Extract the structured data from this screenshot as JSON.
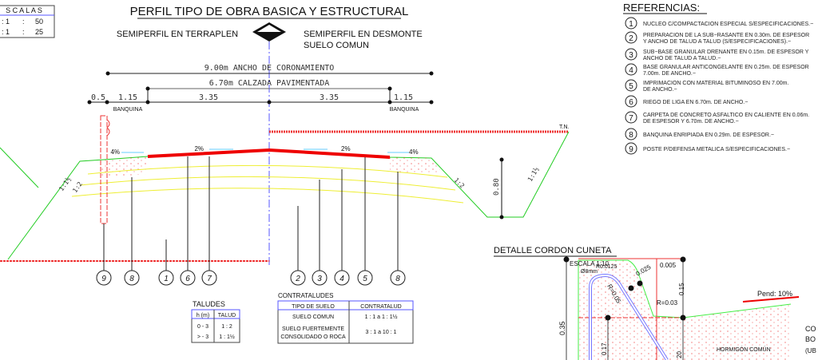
{
  "title": "PERFIL TIPO DE OBRA BASICA Y ESTRUCTURAL",
  "left_subtitle": "SEMIPERFIL EN TERRAPLEN",
  "right_subtitle_1": "SEMIPERFIL EN DESMONTE",
  "right_subtitle_2": "SUELO COMUN",
  "escalas": {
    "header": "S C A L A S",
    "rows": [
      {
        "a": ": 1",
        "b": ":",
        "c": "50"
      },
      {
        "a": ": 1",
        "b": ":",
        "c": "25"
      }
    ]
  },
  "dims": {
    "coronamiento": "9.00m ANCHO DE CORONAMIENTO",
    "calzada": "6.70m CALZADA PAVIMENTADA",
    "d05": "0.5",
    "d115l": "1.15",
    "d335l": "3.35",
    "d335r": "3.35",
    "d115r": "1.15",
    "banquina_l": "BANQUINA",
    "banquina_r": "BANQUINA"
  },
  "slopes": {
    "p4l": "4%",
    "p2l": "2%",
    "p2r": "2%",
    "p4r": "4%",
    "tn": "T.N.",
    "s1l": "1:1½",
    "s2l": "1:2",
    "s2r": "1:2",
    "s1r": "1:1½",
    "h080": "0.80"
  },
  "callouts": [
    "9",
    "8",
    "1",
    "6",
    "7",
    "2",
    "3",
    "4",
    "5",
    "8"
  ],
  "referencias": {
    "title": "REFERENCIAS:",
    "items": [
      {
        "n": "1",
        "l1": "NUCLEO C/COMPACTACION ESPECIAL S/ESPECIFICACIONES.−",
        "l2": ""
      },
      {
        "n": "2",
        "l1": "PREPARACION DE LA SUB−RASANTE EN 0.30m. DE ESPESOR",
        "l2": "Y ANCHO DE TALUD A TALUD (S/ESPECIFICACIONES).−"
      },
      {
        "n": "3",
        "l1": "SUB−BASE GRANULAR DRENANTE EN 0.15m. DE ESPESOR Y",
        "l2": "ANCHO DE TALUD A TALUD.−"
      },
      {
        "n": "4",
        "l1": "BASE GRANULAR ANTICONGELANTE EN 0.25m. DE ESPESOR",
        "l2": "7.00m. DE ANCHO.−"
      },
      {
        "n": "5",
        "l1": "IMPRIMACION CON MATERIAL BITUMINOSO EN 7.00m.",
        "l2": "DE ANCHO.−"
      },
      {
        "n": "6",
        "l1": "RIEGO DE LIGA EN 6.70m. DE ANCHO.−",
        "l2": ""
      },
      {
        "n": "7",
        "l1": "CARPETA DE CONCRETO ASFALTICO EN CALIENTE EN 0.06m.",
        "l2": "DE ESPESOR Y 6.70m. DE ANCHO.−"
      },
      {
        "n": "8",
        "l1": "BANQUINA ENRIPIADA EN 0.29m. DE ESPESOR.−",
        "l2": ""
      },
      {
        "n": "9",
        "l1": "POSTE P/DEFENSA METALICA S/ESPECIFICACIONES.−",
        "l2": ""
      }
    ]
  },
  "taludes": {
    "title": "TALUDES",
    "headers": [
      "h (m)",
      "TALUD"
    ],
    "rows": [
      [
        "0 - 3",
        "1 : 2"
      ],
      [
        "> - 3",
        "1 : 1½"
      ]
    ]
  },
  "contrataludes": {
    "title": "CONTRATALUDES",
    "headers": [
      "TIPO DE SUELO",
      "CONTRATALUD"
    ],
    "rows": [
      [
        "SUELO COMUN",
        "",
        "1 : 1  a  1 : 1½"
      ],
      [
        "SUELO FUERTEMENTE",
        "CONSOLIDADO O ROCA",
        "3 : 1  a  10 : 1"
      ]
    ]
  },
  "detalle": {
    "title": "DETALLE CORDON CUNETA",
    "escala": "ESCALA 1:10",
    "diam": "Ø8mm",
    "r0125": "R0.0125",
    "d0005": "0.005",
    "d0025": "0.025",
    "r005": "R=0.05",
    "r003": "R=0.03",
    "d015": "0.15",
    "d035": "0.35",
    "d017": "0.17",
    "d020": "20",
    "pend": "Pend: 10%",
    "hormigon": "HORMIGÓN COMÚN",
    "cut1": "CO",
    "cut2": "BO",
    "cut3": "(UB"
  }
}
